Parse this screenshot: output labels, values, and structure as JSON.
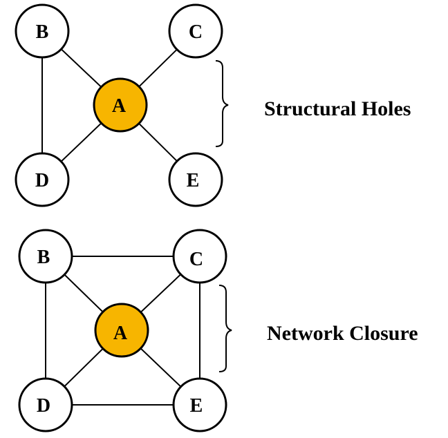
{
  "colors": {
    "center_node_fill": "#F7B500",
    "outer_node_fill": "#FFFFFF",
    "stroke": "#000000"
  },
  "diagrams": [
    {
      "id": "top",
      "caption": "Structural Holes",
      "nodes": {
        "A": "A",
        "B": "B",
        "C": "C",
        "D": "D",
        "E": "E"
      },
      "edges": [
        [
          "A",
          "B"
        ],
        [
          "A",
          "C"
        ],
        [
          "A",
          "D"
        ],
        [
          "A",
          "E"
        ],
        [
          "B",
          "D"
        ]
      ],
      "bracket_between": [
        "C",
        "E"
      ]
    },
    {
      "id": "bottom",
      "caption": "Network Closure",
      "nodes": {
        "A": "A",
        "B": "B",
        "C": "C",
        "D": "D",
        "E": "E"
      },
      "edges": [
        [
          "A",
          "B"
        ],
        [
          "A",
          "C"
        ],
        [
          "A",
          "D"
        ],
        [
          "A",
          "E"
        ],
        [
          "B",
          "C"
        ],
        [
          "B",
          "D"
        ],
        [
          "C",
          "E"
        ],
        [
          "D",
          "E"
        ]
      ],
      "bracket_between": [
        "C",
        "E"
      ]
    }
  ]
}
